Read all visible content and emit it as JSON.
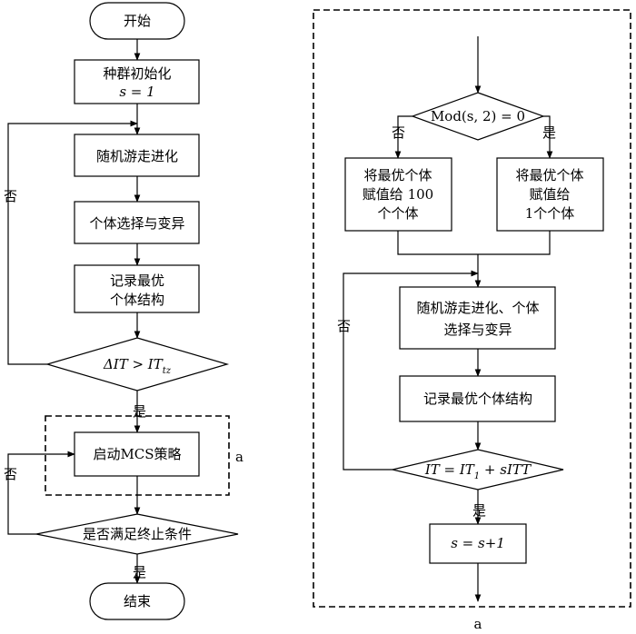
{
  "left": {
    "start": "开始",
    "init_1": "种群初始化",
    "init_2": "s = 1",
    "evolve": "随机游走进化",
    "select": "个体选择与变异",
    "record_1": "记录最优",
    "record_2": "个体结构",
    "cond_main": "ΔIT > IT",
    "cond_sub": "tz",
    "no_loop": "否",
    "yes_1": "是",
    "mcs": "启动MCS策略",
    "mcs_ref": "a",
    "no_end": "否",
    "terminate": "是否满足终止条件",
    "yes_2": "是",
    "end": "结束"
  },
  "right": {
    "mod_cond": "Mod(s, 2) = 0",
    "no_label": "否",
    "yes_label": "是",
    "assign_left_1": "将最优个体",
    "assign_left_2": "赋值给 100",
    "assign_left_3": "个个体",
    "assign_right_1": "将最优个体",
    "assign_right_2": "赋值给",
    "assign_right_3": "1个个体",
    "evolve_1": "随机游走进化、个体",
    "evolve_2": "选择与变异",
    "record": "记录最优个体结构",
    "loop_no": "否",
    "it_cond_a": "IT = IT",
    "it_cond_sub": "1",
    "it_cond_b": " + sITT",
    "yes_2": "是",
    "incr": "s = s+1",
    "caption": "a"
  }
}
